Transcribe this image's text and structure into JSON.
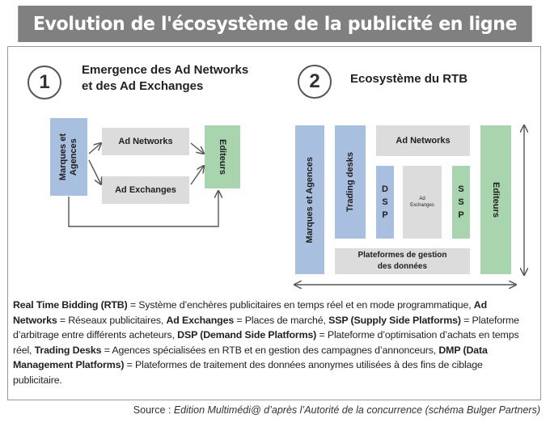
{
  "header": {
    "title": "Evolution de l'écosystème de la publicité en ligne"
  },
  "panel1": {
    "number": "1",
    "title_line1": "Emergence des Ad Networks",
    "title_line2": "et des Ad Exchanges",
    "advertisers": "Marques et\nAgences",
    "ad_networks": "Ad Networks",
    "ad_exchanges": "Ad Exchanges",
    "publishers": "Editeurs"
  },
  "panel2": {
    "number": "2",
    "title": "Ecosystème du RTB",
    "advertisers": "Marques et Agences",
    "trading_desks": "Trading desks",
    "ad_networks": "Ad Networks",
    "dsp": "D\nS\nP",
    "ad_exchanges": "Ad\nExchanges",
    "ssp": "S\nS\nP",
    "dmp_line1": "Plateformes de gestion",
    "dmp_line2": "des données",
    "publishers": "Editeurs"
  },
  "description": [
    {
      "term": "Real Time Bidding (RTB)",
      "def": " = Système d’enchères publicitaires en temps réel et en mode programmatique, "
    },
    {
      "term": "Ad Networks",
      "def": " = Réseaux publicitaires, "
    },
    {
      "term": "Ad Exchanges",
      "def": " = Places de marché, "
    },
    {
      "term": "SSP (Supply Side Platforms)",
      "def": " = Plateforme d’arbitrage entre différents acheteurs, "
    },
    {
      "term": "DSP (Demand Side Platforms)",
      "def": " = Plateforme d’optimisation d’achats en temps réel, "
    },
    {
      "term": "Trading Desks",
      "def": " = Agences spécialisées en RTB et en gestion des campagnes d’annonceurs, "
    },
    {
      "term": "DMP (Data Management Platforms)",
      "def": " = Plateformes de traitement des données anonymes utilisées à des fins de ciblage publicitaire."
    }
  ],
  "source": {
    "prefix": "Source : ",
    "text": "Edition Multimédi@ d’après l’Autorité de la concurrence (schéma Bulger Partners)"
  }
}
